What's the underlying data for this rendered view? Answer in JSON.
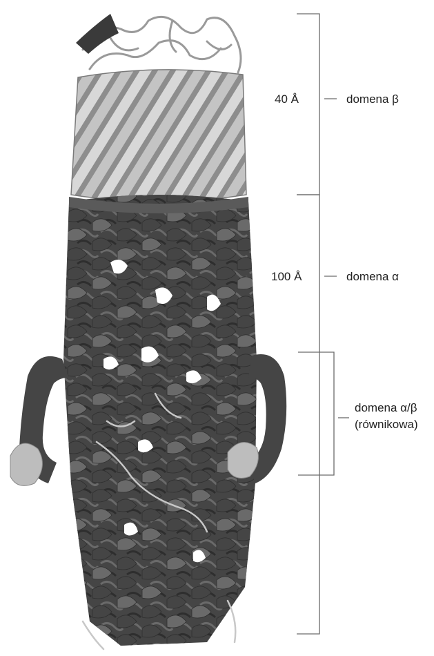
{
  "figure": {
    "labels": {
      "beta_size": "40 Å",
      "beta_domain": "domena β",
      "alpha_size": "100 Å",
      "alpha_domain": "domena α",
      "ab_domain_line1": "domena α/β",
      "ab_domain_line2": "(równikowa)"
    },
    "colors": {
      "beta_barrel": "#c4c4c4",
      "beta_barrel_dark": "#8d8d8d",
      "alpha_helix": "#454545",
      "alpha_helix_light": "#6a6a6a",
      "bracket": "#6a6a6a"
    }
  }
}
